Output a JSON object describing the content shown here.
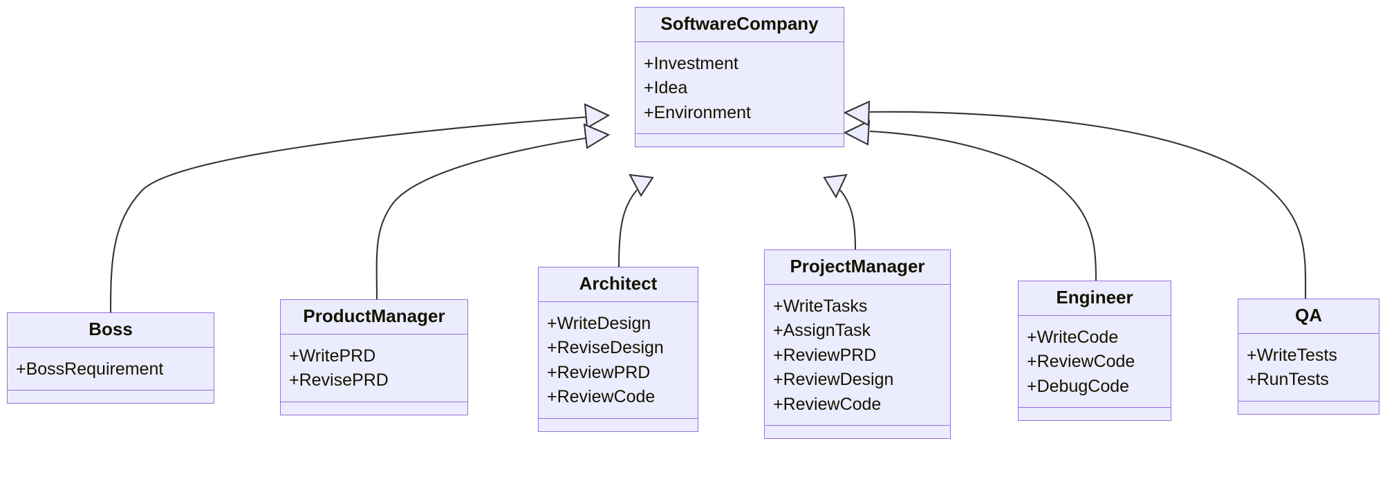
{
  "diagram": {
    "type": "uml-class-diagram",
    "title": "SoftwareCompany class hierarchy",
    "colors": {
      "node_fill": "#ECECFF",
      "node_border": "#9370DB",
      "edge_stroke": "#333333",
      "text": "#131300",
      "background": "#FFFFFF"
    },
    "relationship_type": "inheritance",
    "relationship_marker": "hollow-triangle"
  },
  "classes": [
    {
      "id": "software-company",
      "name": "SoftwareCompany",
      "members": [
        "+Investment",
        "+Idea",
        "+Environment"
      ],
      "methods": []
    },
    {
      "id": "boss",
      "name": "Boss",
      "members": [
        "+BossRequirement"
      ],
      "methods": []
    },
    {
      "id": "product-manager",
      "name": "ProductManager",
      "members": [
        "+WritePRD",
        "+RevisePRD"
      ],
      "methods": []
    },
    {
      "id": "architect",
      "name": "Architect",
      "members": [
        "+WriteDesign",
        "+ReviseDesign",
        "+ReviewPRD",
        "+ReviewCode"
      ],
      "methods": []
    },
    {
      "id": "project-manager",
      "name": "ProjectManager",
      "members": [
        "+WriteTasks",
        "+AssignTask",
        "+ReviewPRD",
        "+ReviewDesign",
        "+ReviewCode"
      ],
      "methods": []
    },
    {
      "id": "engineer",
      "name": "Engineer",
      "members": [
        "+WriteCode",
        "+ReviewCode",
        "+DebugCode"
      ],
      "methods": []
    },
    {
      "id": "qa",
      "name": "QA",
      "members": [
        "+WriteTests",
        "+RunTests"
      ],
      "methods": []
    }
  ],
  "relationships": [
    {
      "from": "boss",
      "to": "software-company",
      "kind": "inheritance"
    },
    {
      "from": "product-manager",
      "to": "software-company",
      "kind": "inheritance"
    },
    {
      "from": "architect",
      "to": "software-company",
      "kind": "inheritance"
    },
    {
      "from": "project-manager",
      "to": "software-company",
      "kind": "inheritance"
    },
    {
      "from": "engineer",
      "to": "software-company",
      "kind": "inheritance"
    },
    {
      "from": "qa",
      "to": "software-company",
      "kind": "inheritance"
    }
  ]
}
